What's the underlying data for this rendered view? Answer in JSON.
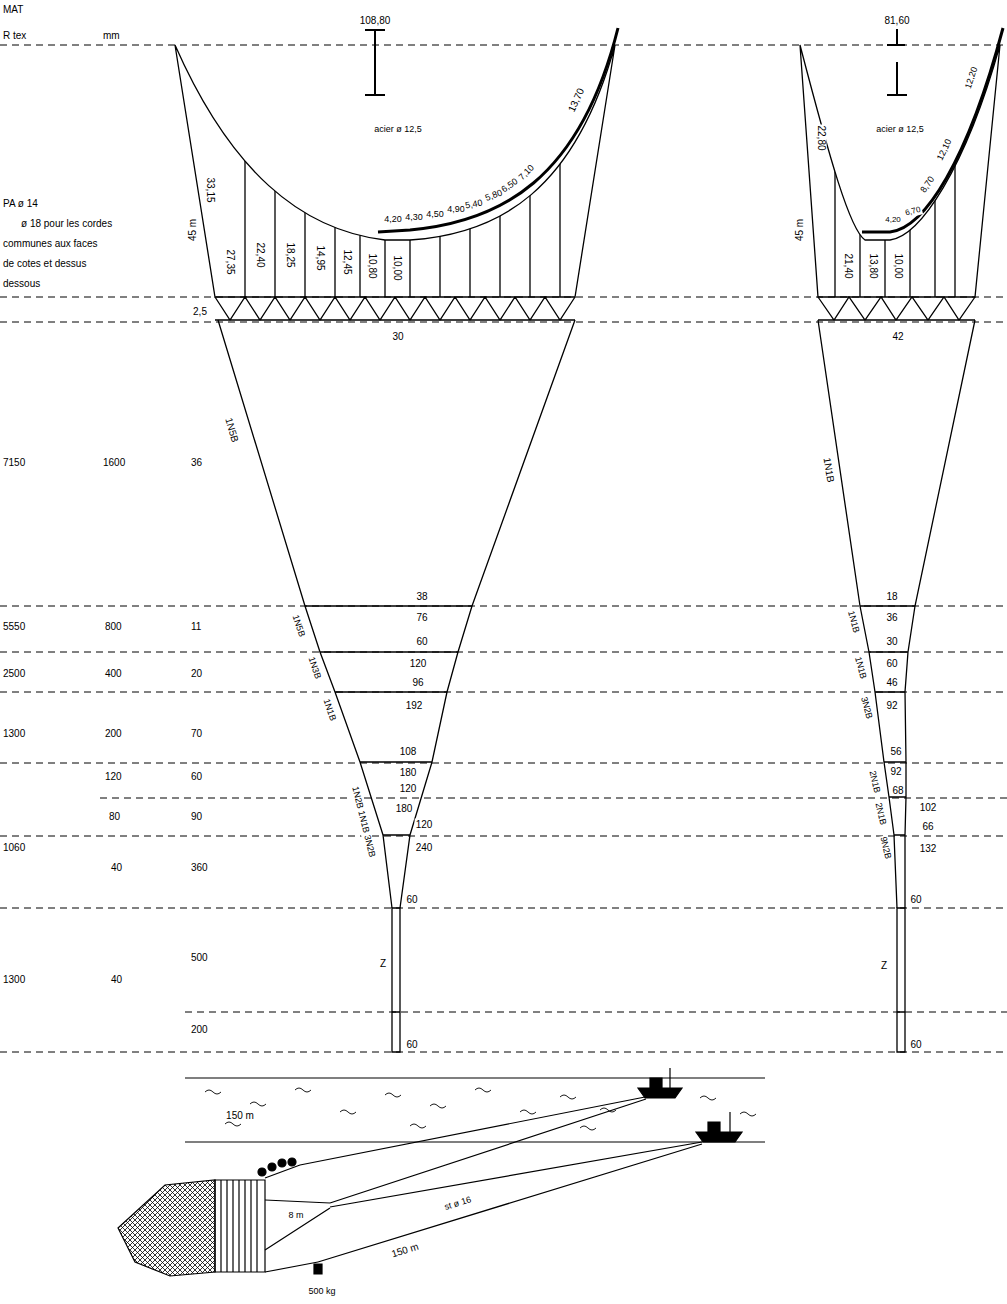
{
  "diagram": {
    "labels": [
      "MAT",
      "R tex",
      "mm",
      "108,80",
      "81,60",
      "acier ø 12,5",
      "acier ø 12,5",
      "PA ø 14",
      "ø 18 pour les cordes",
      "communes aux faces",
      "de cotes et dessus",
      "dessous",
      "45 m",
      "33,15",
      "27,35",
      "22,40",
      "18,25",
      "14,95",
      "12,45",
      "10,80",
      "10,00",
      "4,20",
      "4,30",
      "4,50",
      "4,90",
      "5,40",
      "5,80",
      "6,50",
      "7,10",
      "13,70",
      "2,5",
      "30",
      "42",
      "1N5B",
      "1N1B",
      "7150",
      "1600",
      "36",
      "38",
      "76",
      "60",
      "120",
      "96",
      "192",
      "108",
      "180",
      "120",
      "180",
      "120",
      "240",
      "60",
      "Z",
      "60",
      "1N5B",
      "1N3B",
      "1N1B",
      "1N2B 1N1B 3N2B",
      "18",
      "36",
      "30",
      "60",
      "46",
      "92",
      "56",
      "92",
      "68",
      "102",
      "66",
      "132",
      "60",
      "Z",
      "60",
      "1N1B",
      "1N1B",
      "3N2B",
      "2N1B",
      "2N1B",
      "9N2B",
      "22,80",
      "45 m",
      "21,40",
      "13,80",
      "10,00",
      "4,20",
      "6,70",
      "8,70",
      "12,10",
      "12,20",
      "5550",
      "800",
      "11",
      "2500",
      "400",
      "20",
      "1300",
      "200",
      "70",
      "120",
      "60",
      "80",
      "90",
      "1060",
      "40",
      "360",
      "500",
      "1300",
      "40",
      "200",
      "150 m",
      "8 m",
      "150 m",
      "st ø 16",
      "500 kg"
    ]
  }
}
